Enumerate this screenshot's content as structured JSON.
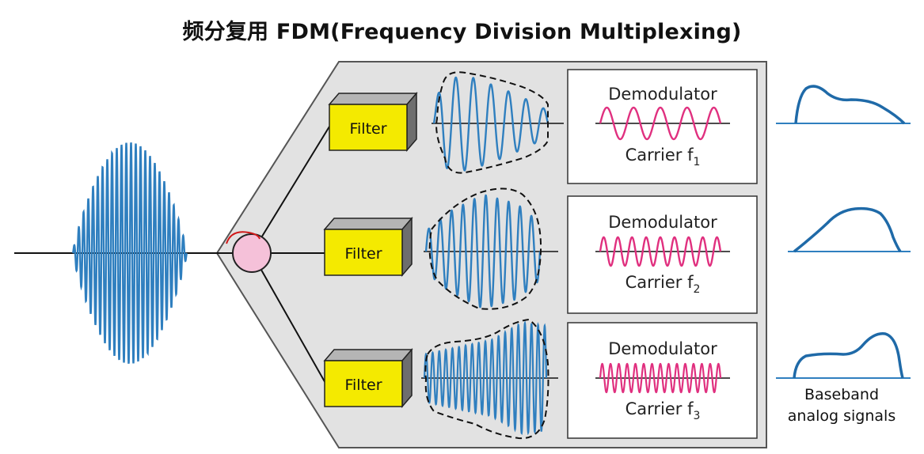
{
  "title": "频分复用 FDM(Frequency Division Multiplexing)",
  "filters": [
    {
      "label": "Filter"
    },
    {
      "label": "Filter"
    },
    {
      "label": "Filter"
    }
  ],
  "demodulators": [
    {
      "label": "Demodulator",
      "carrier": "Carrier f",
      "subscript": "1"
    },
    {
      "label": "Demodulator",
      "carrier": "Carrier f",
      "subscript": "2"
    },
    {
      "label": "Demodulator",
      "carrier": "Carrier f",
      "subscript": "3"
    }
  ],
  "baseband_label_line1": "Baseband",
  "baseband_label_line2": "analog signals",
  "colors": {
    "signal": "#2f7fbf",
    "carrier": "#e0307f",
    "filter_face": "#f4ea00",
    "panel": "#e2e2e2",
    "splitter": "#f5c1d9"
  }
}
